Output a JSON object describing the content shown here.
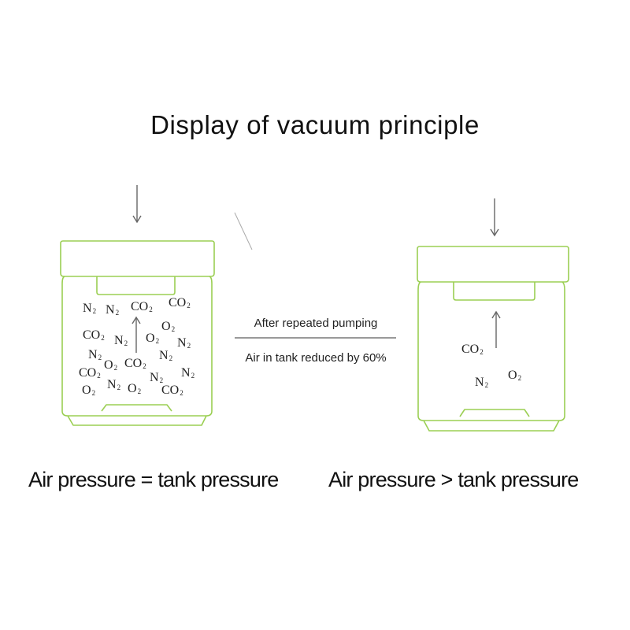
{
  "title": "Display of vacuum principle",
  "process": {
    "step": "After repeated pumping",
    "result": "Air in tank reduced by 60%"
  },
  "captions": {
    "left": "Air pressure = tank pressure",
    "right": "Air pressure > tank pressure"
  },
  "colors": {
    "jar_outline": "#9bcf53",
    "arrow": "#666666"
  },
  "molecules": {
    "co2": {
      "base": "CO",
      "sub": "2"
    },
    "n2": {
      "base": "N",
      "sub": "2"
    },
    "o2": {
      "base": "O",
      "sub": "2"
    }
  },
  "tanks": {
    "left": {
      "molecules": [
        "n2",
        "n2",
        "co2",
        "co2",
        "co2",
        "n2",
        "o2",
        "o2",
        "n2",
        "n2",
        "o2",
        "co2",
        "n2",
        "co2",
        "n2",
        "o2",
        "n2",
        "o2",
        "co2"
      ]
    },
    "right": {
      "molecules": [
        "co2",
        "n2",
        "o2"
      ]
    }
  }
}
